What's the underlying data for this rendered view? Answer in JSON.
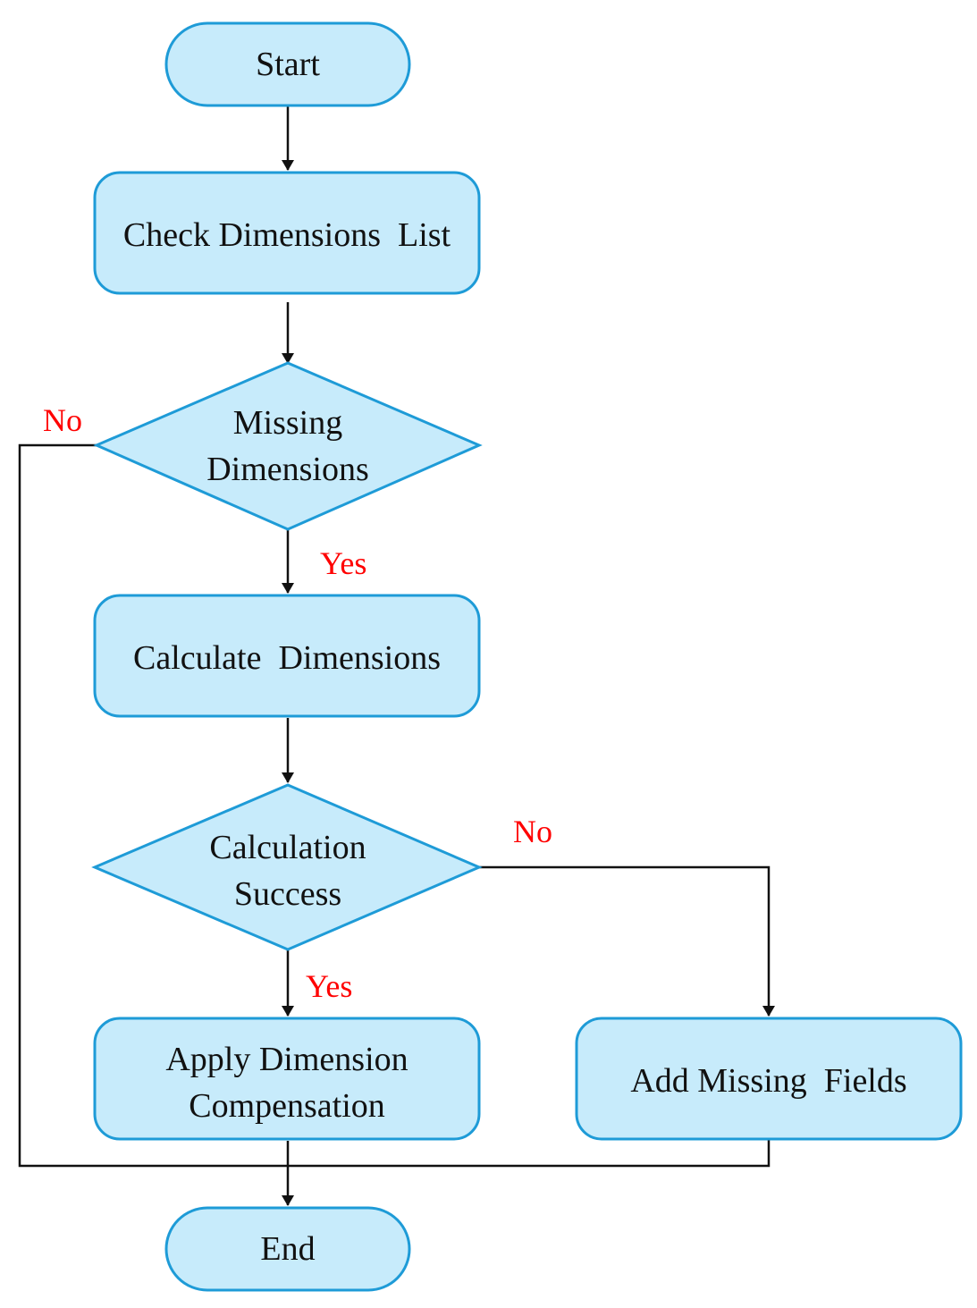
{
  "diagram": {
    "colors": {
      "node_fill": "#c7ebfb",
      "node_stroke": "#1e9bd7",
      "line": "#111111",
      "branch_label": "#ff0000"
    },
    "nodes": {
      "start": {
        "shape": "terminal",
        "label": "Start"
      },
      "check_dimensions": {
        "shape": "process",
        "label": "Check Dimensions  List"
      },
      "missing_dimensions": {
        "shape": "decision",
        "label_line1": "Missing",
        "label_line2": "Dimensions"
      },
      "calculate_dimensions": {
        "shape": "process",
        "label": "Calculate  Dimensions"
      },
      "calculation_success": {
        "shape": "decision",
        "label_line1": "Calculation",
        "label_line2": "Success"
      },
      "apply_compensation": {
        "shape": "process",
        "label_line1": "Apply Dimension",
        "label_line2": "Compensation"
      },
      "add_missing_fields": {
        "shape": "process",
        "label": "Add Missing  Fields"
      },
      "end": {
        "shape": "terminal",
        "label": "End"
      }
    },
    "branch_labels": {
      "missing_no": "No",
      "missing_yes": "Yes",
      "success_no": "No",
      "success_yes": "Yes"
    }
  }
}
